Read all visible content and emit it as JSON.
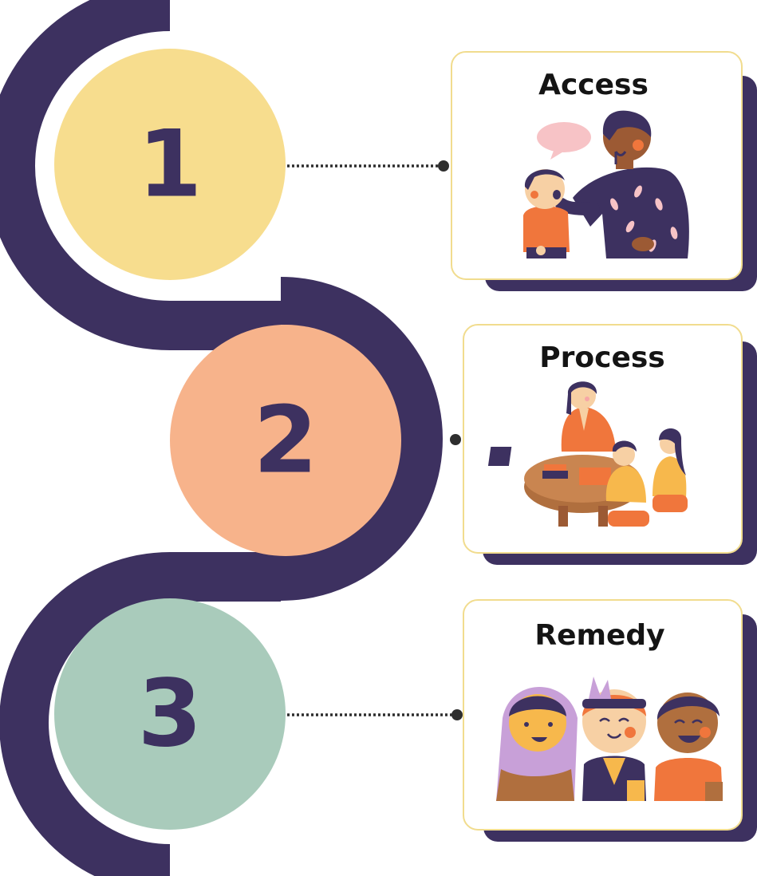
{
  "steps": [
    {
      "number": "1",
      "title": "Access",
      "circle_color": "#f7dd8e"
    },
    {
      "number": "2",
      "title": "Process",
      "circle_color": "#f7b38b"
    },
    {
      "number": "3",
      "title": "Remedy",
      "circle_color": "#a9cbbb"
    }
  ],
  "colors": {
    "ribbon": "#3d3160",
    "card_border": "#f1dc8e",
    "card_shadow": "#3d3160",
    "connector": "#2e2e2e"
  },
  "icons": {
    "step_1": "adult-talking-to-child-illustration",
    "step_2": "teacher-with-students-at-table-illustration",
    "step_3": "three-smiling-children-illustration"
  }
}
